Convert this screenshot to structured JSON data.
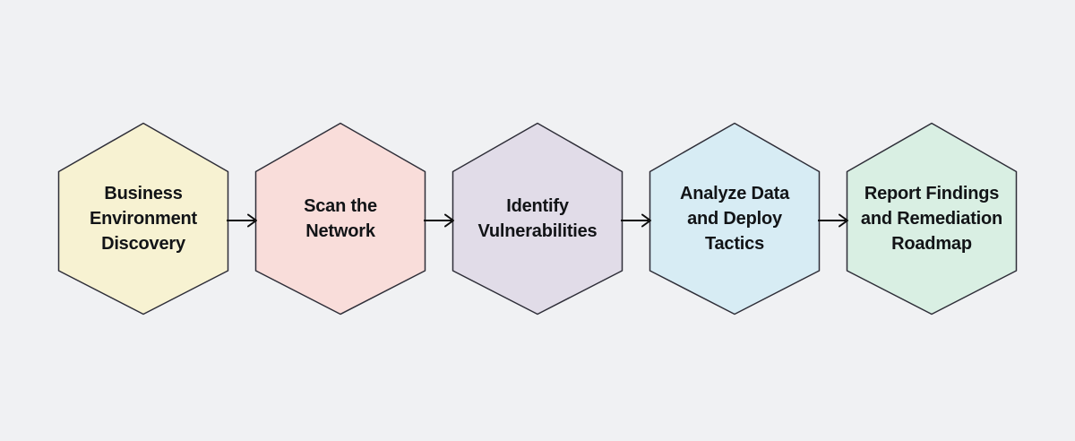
{
  "diagram": {
    "type": "flowchart",
    "direction": "left-to-right",
    "background_color": "#f0f1f3",
    "node_border_color": "#2e2e38",
    "node_text_color": "#121417",
    "arrow_color": "#0b0b0b",
    "nodes": [
      {
        "label": "Business\nEnvironment\nDiscovery",
        "shape": "hexagon",
        "fill": "#f7f2d2"
      },
      {
        "label": "Scan the\nNetwork",
        "shape": "hexagon",
        "fill": "#f9ddda"
      },
      {
        "label": "Identify\nVulnerabilities",
        "shape": "hexagon",
        "fill": "#e1dce8"
      },
      {
        "label": "Analyze Data\nand Deploy\nTactics",
        "shape": "hexagon",
        "fill": "#d7ecf4"
      },
      {
        "label": "Report Findings\nand Remediation\nRoadmap",
        "shape": "hexagon",
        "fill": "#d9efe3"
      }
    ],
    "edges": [
      {
        "from": 1,
        "to": 2
      },
      {
        "from": 2,
        "to": 3
      },
      {
        "from": 3,
        "to": 4
      },
      {
        "from": 4,
        "to": 5
      }
    ]
  }
}
